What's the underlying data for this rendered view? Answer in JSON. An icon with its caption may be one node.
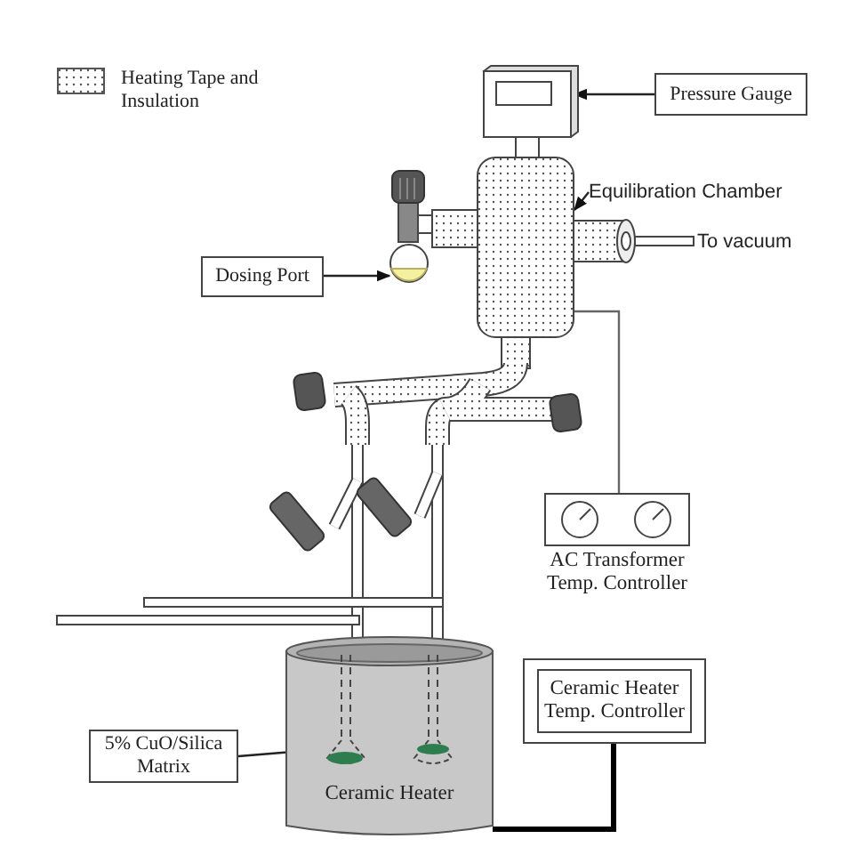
{
  "diagram": {
    "nodes": [
      {
        "text": [
          "Pressure Gauge"
        ]
      },
      {
        "text": [],
        "shape": "picture"
      },
      {
        "text": [
          "Equilibration Chamber"
        ]
      },
      {
        "text": [],
        "shape": "box"
      },
      {
        "text": [
          "Dosing Port"
        ]
      },
      {
        "text": [],
        "shape": "picture"
      },
      {
        "text": [
          "AC Transformer Temp. Controller"
        ]
      },
      {
        "text": [
          "Ceramic Heater Temp. Controller"
        ]
      },
      {
        "text": [
          "Ceramic Heater"
        ]
      },
      {
        "text": [
          "5% CuO/Silica Matrix"
        ]
      },
      {
        "text": [],
        "shape": "circle",
        "in": 8
      }
    ],
    "edges": [
      {
        "from": 0,
        "to": 1,
        "arrow": "to"
      },
      {
        "from": 2,
        "to": 3,
        "arrow": "to"
      },
      {
        "from": 4,
        "to": 5,
        "arrow": "to"
      },
      {
        "from": 9,
        "to": 10,
        "arrow": "to"
      },
      {
        "from": 3,
        "to": 6,
        "arrow": "none"
      },
      {
        "from": 7,
        "to": 8,
        "arrow": "none",
        "style": "thick"
      }
    ],
    "labels": [
      "To vacuum"
    ],
    "legend": [
      {
        "text": "Heating Tape and Insulation"
      }
    ]
  }
}
